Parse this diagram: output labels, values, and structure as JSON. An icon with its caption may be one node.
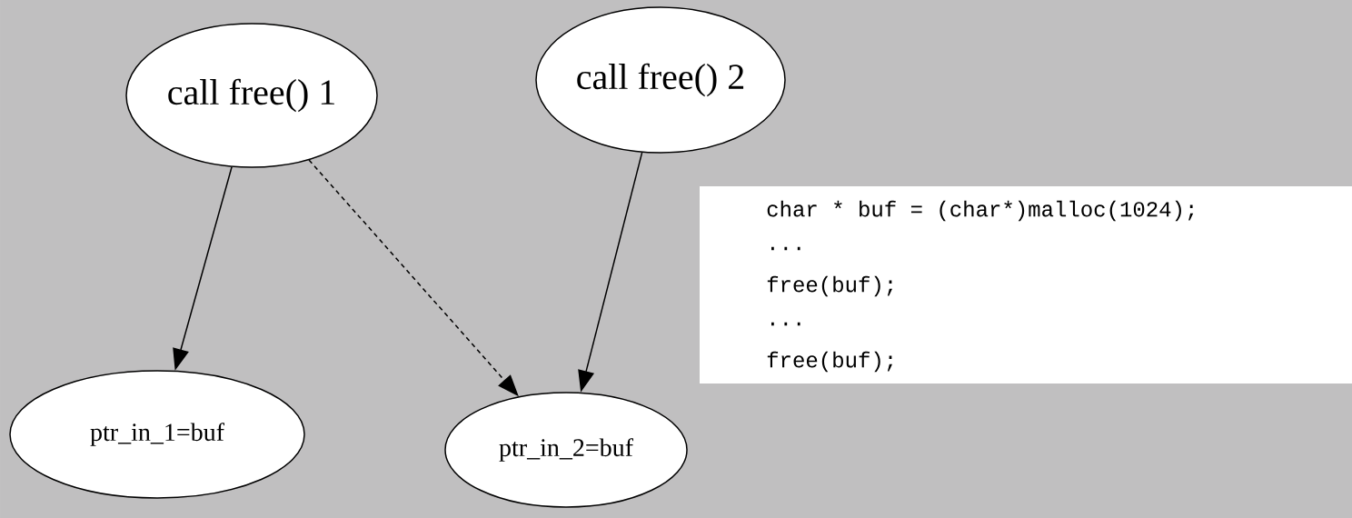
{
  "diagram": {
    "nodes": [
      {
        "text": [
          "call free() 1"
        ]
      },
      {
        "text": [
          "call free() 2"
        ]
      },
      {
        "text": [
          "ptr_in_1=buf"
        ]
      },
      {
        "text": [
          "ptr_in_2=buf"
        ]
      }
    ],
    "edges": [
      {
        "from": 0,
        "to": 2,
        "arrow": "to"
      },
      {
        "from": 0,
        "to": 3,
        "arrow": "to",
        "style": "dashed"
      },
      {
        "from": 1,
        "to": 3,
        "arrow": "to"
      }
    ],
    "labels": [
      "char * buf = (char*)malloc(1024);",
      "...",
      "free(buf);",
      "...",
      "free(buf);"
    ]
  }
}
